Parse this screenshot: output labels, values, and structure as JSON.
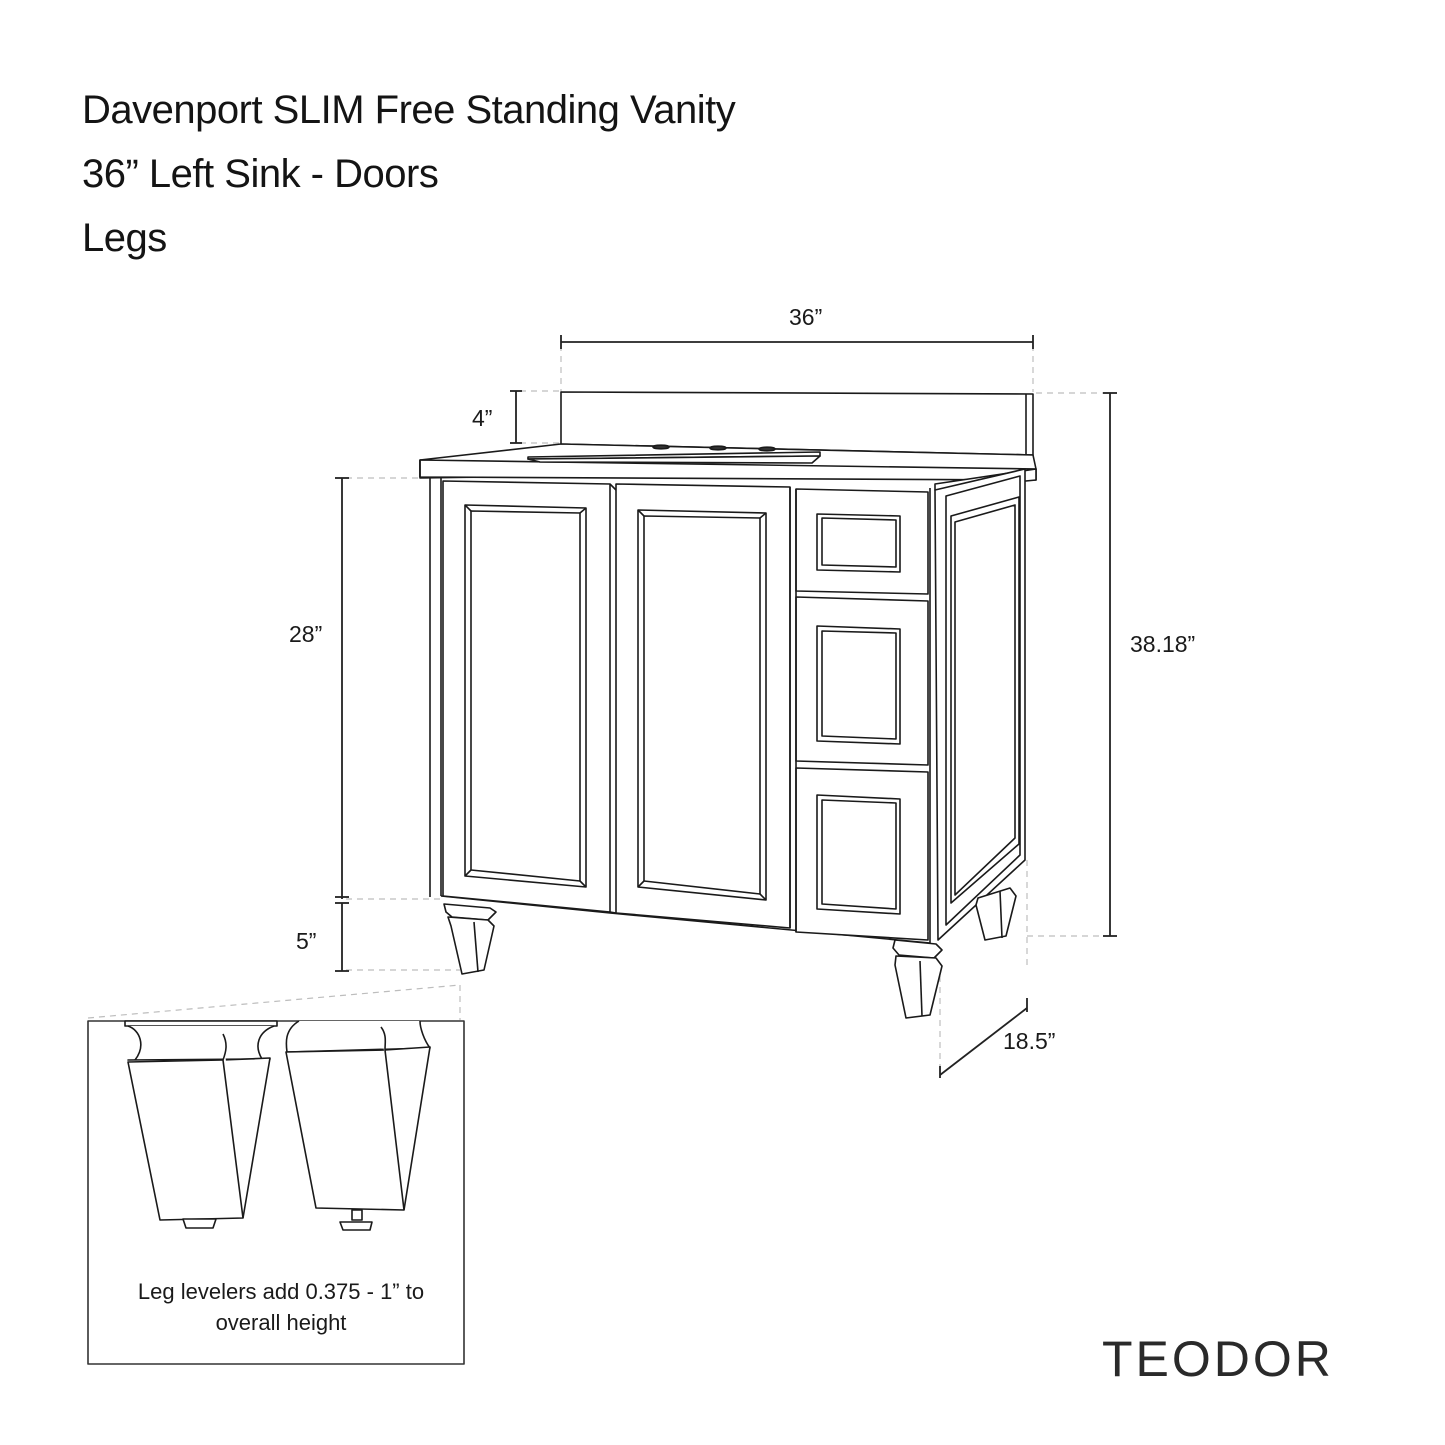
{
  "title": {
    "line1": "Davenport SLIM Free Standing Vanity",
    "line2": "36” Left Sink - Doors",
    "line3": "Legs"
  },
  "dimensions": {
    "width": "36”",
    "backsplash_height": "4”",
    "cabinet_height": "28”",
    "leg_height": "5”",
    "overall_height": "38.18”",
    "depth": "18.5”"
  },
  "cabinet": {
    "sink_position": "left",
    "doors": 2,
    "drawers": 3,
    "legs": 4
  },
  "inset": {
    "note_line1": "Leg levelers add 0.375 - 1” to",
    "note_line2": "overall height",
    "legs_shown": [
      "leg-without-leveler-extended",
      "leg-with-leveler-extended"
    ]
  },
  "brand": "TEODOR",
  "colors": {
    "line": "#1a1a1a",
    "dashed_guide": "#bdbdbd",
    "background": "#ffffff"
  }
}
